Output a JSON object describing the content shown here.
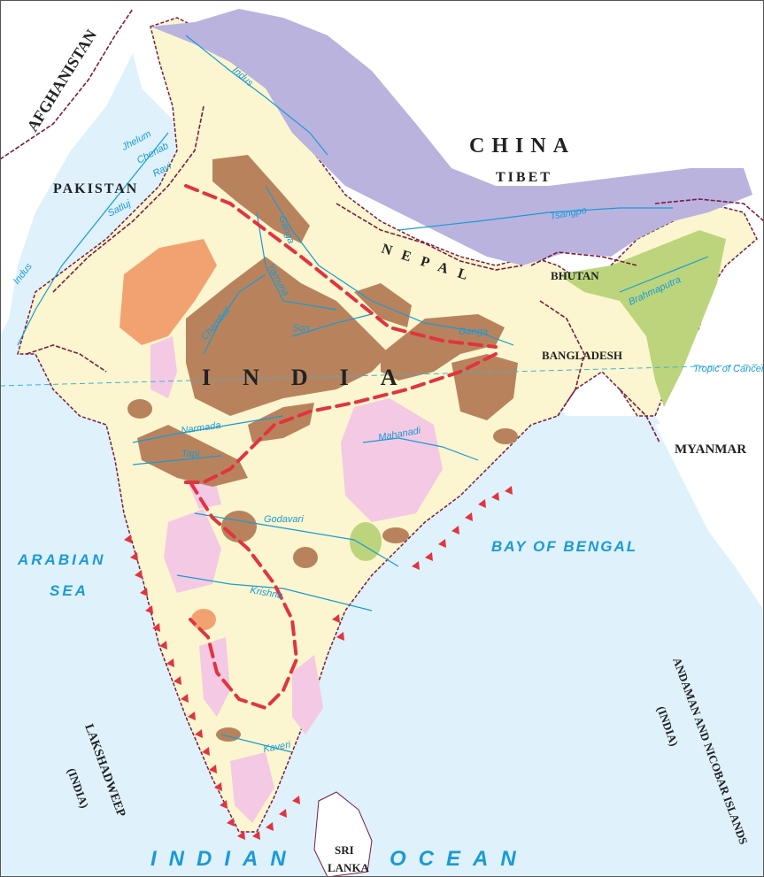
{
  "map": {
    "countries": {
      "afghanistan": "AFGHANISTAN",
      "pakistan": "PAKISTAN",
      "china": "CHINA",
      "tibet": "TIBET",
      "nepal": "NEPAL",
      "india": "INDIA",
      "bhutan": "BHUTAN",
      "bangladesh": "BANGLADESH",
      "myanmar": "MYANMAR",
      "sri_lanka_1": "SRI",
      "sri_lanka_2": "LANKA",
      "lakshadweep_1": "LAKSHADWEEP",
      "lakshadweep_2": "(INDIA)",
      "andaman_1": "ANDAMAN AND NICOBAR ISLANDS",
      "andaman_2": "(INDIA)"
    },
    "water_bodies": {
      "arabian_1": "ARABIAN",
      "arabian_2": "SEA",
      "bay": "BAY OF BENGAL",
      "indian": "INDIAN",
      "ocean": "OCEAN"
    },
    "rivers": {
      "indus_north": "Indus",
      "indus_south": "Indus",
      "jhelum": "Jhelum",
      "chenab": "Chenab",
      "ravi": "Ravi",
      "satluj": "Satluj",
      "ganga_upper": "Ganga",
      "yamuna": "Yamuna",
      "chambal": "Chambal",
      "son": "Son",
      "ganga_lower": "Ganga",
      "narmada": "Narmada",
      "tapi": "Tapi",
      "mahanadi": "Mahanadi",
      "godavari": "Godavari",
      "krishna": "Krishna",
      "kaveri": "Kaveri",
      "tsangpo": "Tsangpo",
      "brahmaputra": "Brahmaputra"
    },
    "tropic": "Tropic of Cancer",
    "colors": {
      "sea": "#dff1fb",
      "land_india": "#fbf6cf",
      "himalaya": "#b9b3de",
      "brown_zone": "#b8835c",
      "orange_zone": "#f2a270",
      "pink_zone": "#f4c9e4",
      "green_zone": "#bcd57c",
      "boundary": "#7a1b45",
      "river": "#1a9ad6",
      "dashed_line": "#e03440",
      "triangle": "#e03440"
    }
  }
}
